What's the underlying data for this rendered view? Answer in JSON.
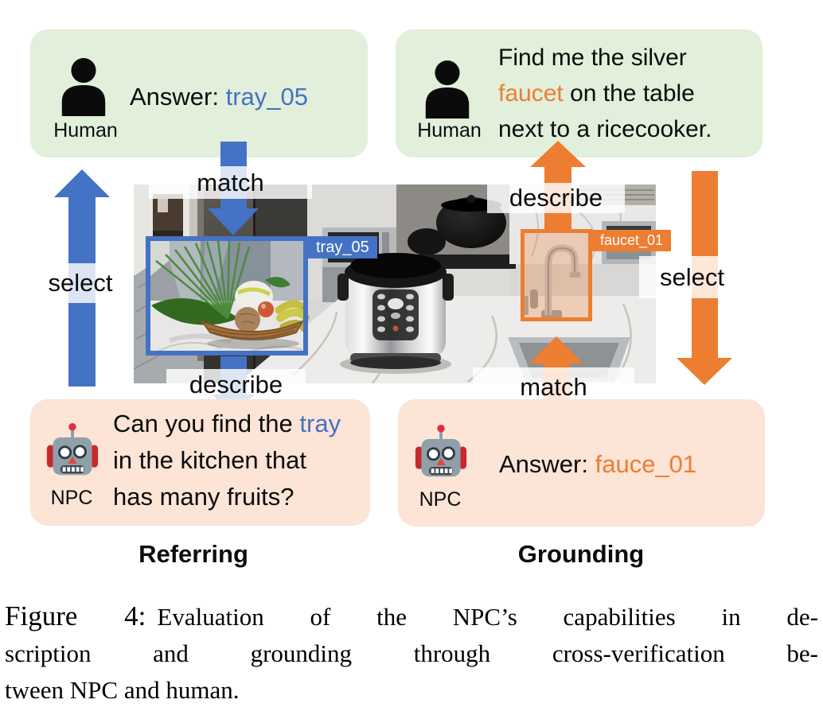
{
  "colors": {
    "blue_accent": "#4472C4",
    "orange_accent": "#ED7D31",
    "green_panel_bg": "#E2EFDA",
    "peach_panel_bg": "#FCE4D6"
  },
  "icons": {
    "human": "person-bust-icon",
    "npc": "robot-face-icon"
  },
  "referring": {
    "section_label": "Referring",
    "human": {
      "actor_label": "Human",
      "answer_prefix": "Answer: ",
      "answer_value": "tray_05"
    },
    "npc": {
      "actor_label": "NPC",
      "q1": "Can you find the ",
      "q1_highlight": "tray",
      "q2": "in the kitchen that",
      "q3": "has many fruits?"
    },
    "arrows": {
      "select": "select",
      "match": "match",
      "describe": "describe"
    },
    "bbox_label": "tray_05"
  },
  "grounding": {
    "section_label": "Grounding",
    "human": {
      "actor_label": "Human",
      "l1": "Find me the silver",
      "l2_highlight": "faucet",
      "l2": " on the table",
      "l3": "next to a ricecooker."
    },
    "npc": {
      "actor_label": "NPC",
      "answer_prefix": "Answer: ",
      "answer_value": "fauce_01"
    },
    "arrows": {
      "describe": "describe",
      "select": "select",
      "match": "match"
    },
    "bbox_label": "faucet_01"
  },
  "caption": {
    "label": "Figure 4:",
    "line1": "Evaluation of the NPC’s capabilities in de-",
    "line2": "scription and grounding through cross-verification be-",
    "line3": "tween NPC and human."
  }
}
